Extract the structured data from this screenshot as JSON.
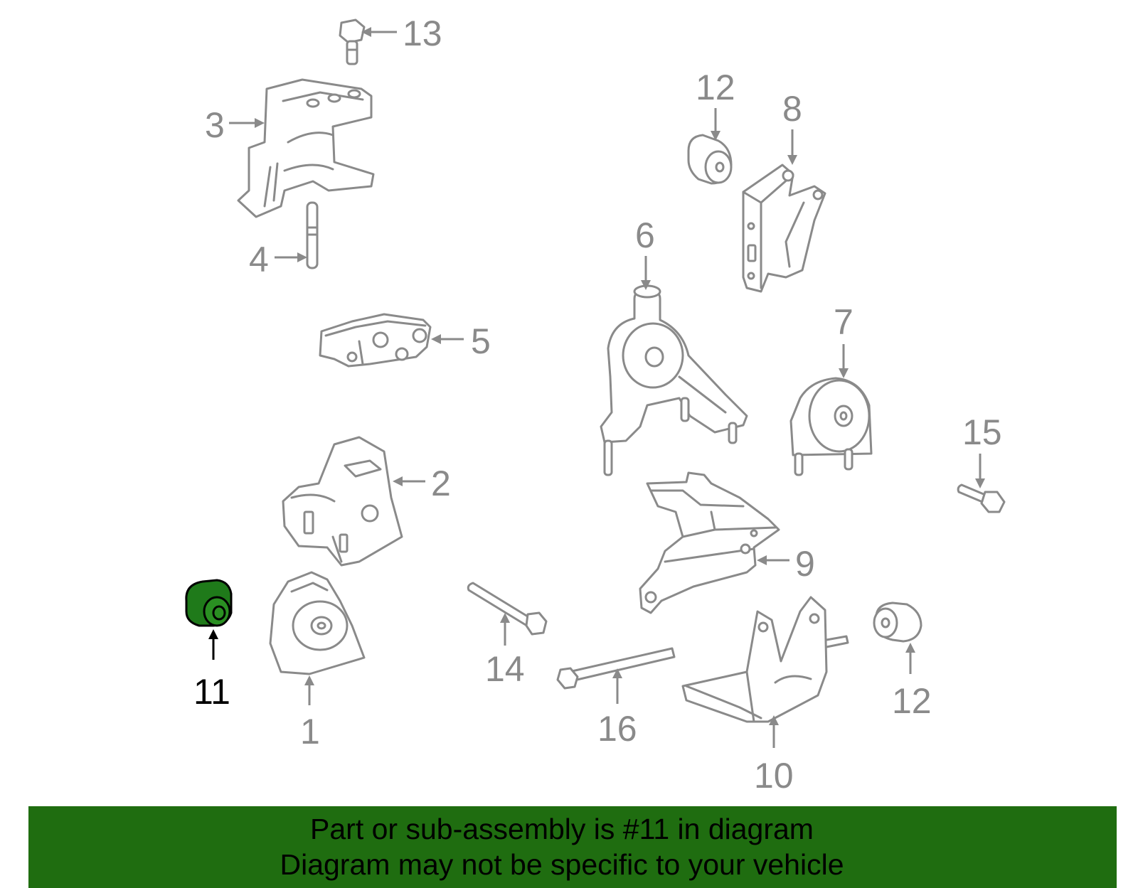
{
  "callouts": {
    "c1": "1",
    "c2": "2",
    "c3": "3",
    "c4": "4",
    "c5": "5",
    "c6": "6",
    "c7": "7",
    "c8": "8",
    "c9": "9",
    "c10": "10",
    "c11": "11",
    "c12a": "12",
    "c12b": "12",
    "c13": "13",
    "c14": "14",
    "c15": "15",
    "c16": "16"
  },
  "highlighted_part": "11",
  "highlight_color": "#1f6d10",
  "banner": {
    "line1": "Part or sub-assembly is #11 in diagram",
    "line2": "Diagram may not be specific to your vehicle"
  }
}
